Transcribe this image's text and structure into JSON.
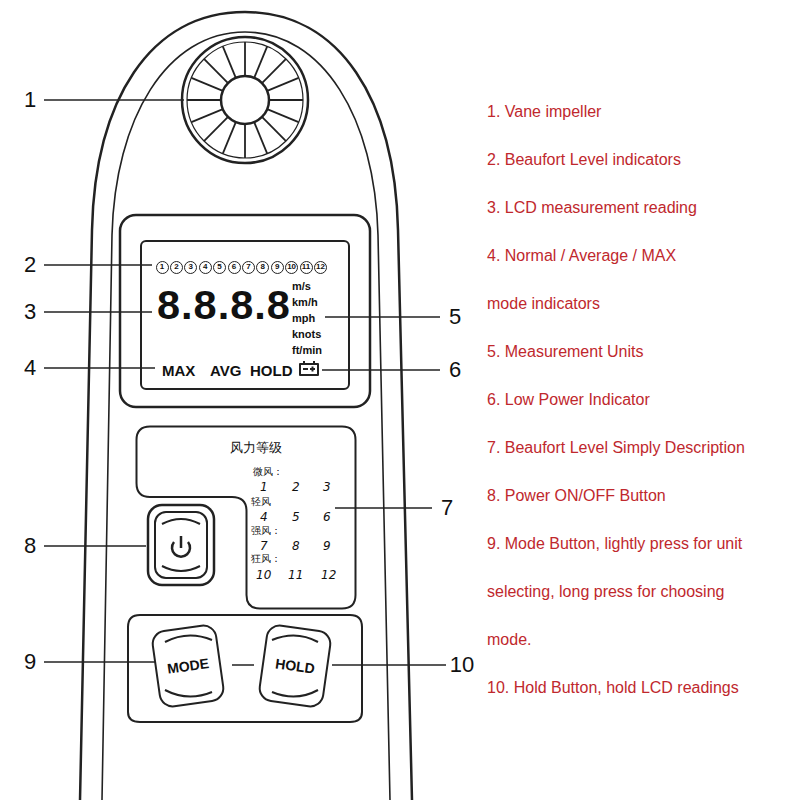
{
  "diagram": {
    "nodes": [
      {
        "text": [
          "8.8.8.8",
          "m/s",
          "km/h",
          "mph",
          "knots",
          "ft/min",
          "MAX",
          "AVG",
          "HOLD"
        ]
      },
      {
        "text": [
          "1"
        ],
        "in": 0
      },
      {
        "text": [
          "2"
        ],
        "in": 0
      },
      {
        "text": [
          "3"
        ],
        "in": 0
      },
      {
        "text": [
          "4"
        ],
        "in": 0
      },
      {
        "text": [
          "5"
        ],
        "in": 0
      },
      {
        "text": [
          "6"
        ],
        "in": 0
      },
      {
        "text": [
          "7"
        ],
        "in": 0
      },
      {
        "text": [
          "8"
        ],
        "in": 0
      },
      {
        "text": [
          "9"
        ],
        "in": 0
      },
      {
        "text": [
          "10"
        ],
        "in": 0
      },
      {
        "text": [
          "11"
        ],
        "in": 0
      },
      {
        "text": [
          "12"
        ],
        "in": 0
      },
      {
        "text": [
          "风力等级",
          "微风：",
          "1",
          "2",
          "3",
          "轻风",
          "4",
          "5",
          "6",
          "强风：",
          "7",
          "8",
          "9",
          "狂风：",
          "10",
          "11",
          "12"
        ]
      },
      {
        "text": [
          "MODE"
        ]
      },
      {
        "text": [
          "HOLD"
        ]
      }
    ],
    "labels": [
      "1",
      "2",
      "3",
      "4",
      "5",
      "6",
      "7",
      "8",
      "9",
      "10",
      "1. Vane impeller",
      "2. Beaufort Level indicators",
      "3. LCD measurement reading",
      "4. Normal / Average / MAX mode indicators",
      "5. Measurement Units",
      "6. Low Power Indicator",
      "7. Beaufort Level Simply Description",
      "8. Power ON/OFF Button",
      "9. Mode Button, lightly press for unit selecting, long press for choosing mode.",
      "10. Hold Button, hold LCD readings"
    ]
  }
}
